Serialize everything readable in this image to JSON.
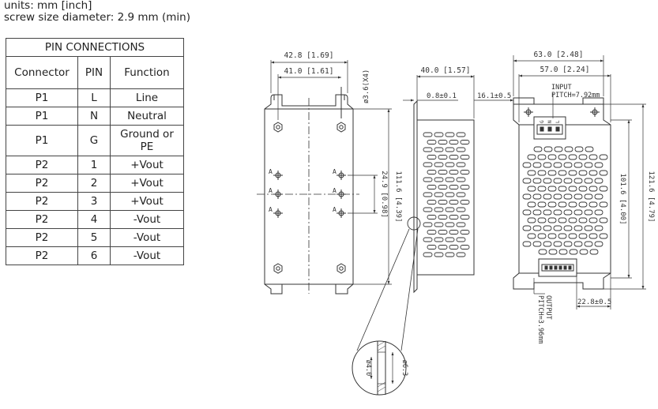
{
  "notes": {
    "units": "units: mm [inch]",
    "screw": "screw size diameter: 2.9 mm (min)"
  },
  "pin_table": {
    "title": "PIN CONNECTIONS",
    "headers": [
      "Connector",
      "PIN",
      "Function"
    ],
    "rows": [
      [
        "P1",
        "L",
        "Line"
      ],
      [
        "P1",
        "N",
        "Neutral"
      ],
      [
        "P1",
        "G",
        "Ground or PE"
      ],
      [
        "P2",
        "1",
        "+Vout"
      ],
      [
        "P2",
        "2",
        "+Vout"
      ],
      [
        "P2",
        "3",
        "+Vout"
      ],
      [
        "P2",
        "4",
        "-Vout"
      ],
      [
        "P2",
        "5",
        "-Vout"
      ],
      [
        "P2",
        "6",
        "-Vout"
      ]
    ]
  },
  "dimensions": {
    "d428": "42.8 [1.69]",
    "d410": "41.0 [1.61]",
    "hole": "ø3.6(X4)",
    "d249": "24.9 [0.98]",
    "d1116": "111.6 [4.39]",
    "d400": "40.0 [1.57]",
    "d08": "0.8±0.1",
    "d161": "16.1±0.5",
    "d630": "63.0 [2.48]",
    "d570": "57.0 [2.24]",
    "d1016": "101.6 [4.00]",
    "d1216": "121.6 [4.79]",
    "d228": "22.8±0.5",
    "d40": "ø4.0",
    "d63": "ø6.3",
    "a_mark": "A"
  },
  "callouts": {
    "input": "INPUT",
    "input_pitch": "PITCH=7.92mm",
    "pin_g": "G",
    "pin_n": "N",
    "pin_l": "L",
    "output": "OUTPUT",
    "output_pitch": "PITCH=3.96mm"
  }
}
